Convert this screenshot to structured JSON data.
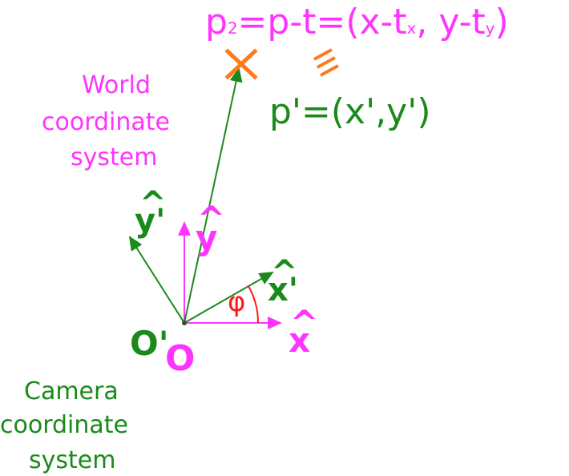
{
  "equation_world": {
    "p": "p",
    "sub2": "2",
    "rest1": "=p-t=(x-t",
    "subx": "x",
    "rest2": ", y-t",
    "suby": "y",
    "close": ")"
  },
  "equiv_symbol": "≡",
  "equation_camera": "p'=(x',y')",
  "world_label": [
    "World",
    "coordinate",
    "system"
  ],
  "camera_label": [
    "Camera",
    "coordinate",
    "system"
  ],
  "axes": {
    "x_hat": "x",
    "y_hat": "y",
    "x_prime_hat": "x'",
    "y_prime_hat": "y'",
    "hat_glyph": "^"
  },
  "origin_world": "O",
  "origin_camera": "O'",
  "angle_label": "φ",
  "point_marker": "×",
  "colors": {
    "world": "#ff33ff",
    "camera": "#1a8a1a",
    "angle": "#ff1a1a",
    "point": "#ff7a1a"
  }
}
